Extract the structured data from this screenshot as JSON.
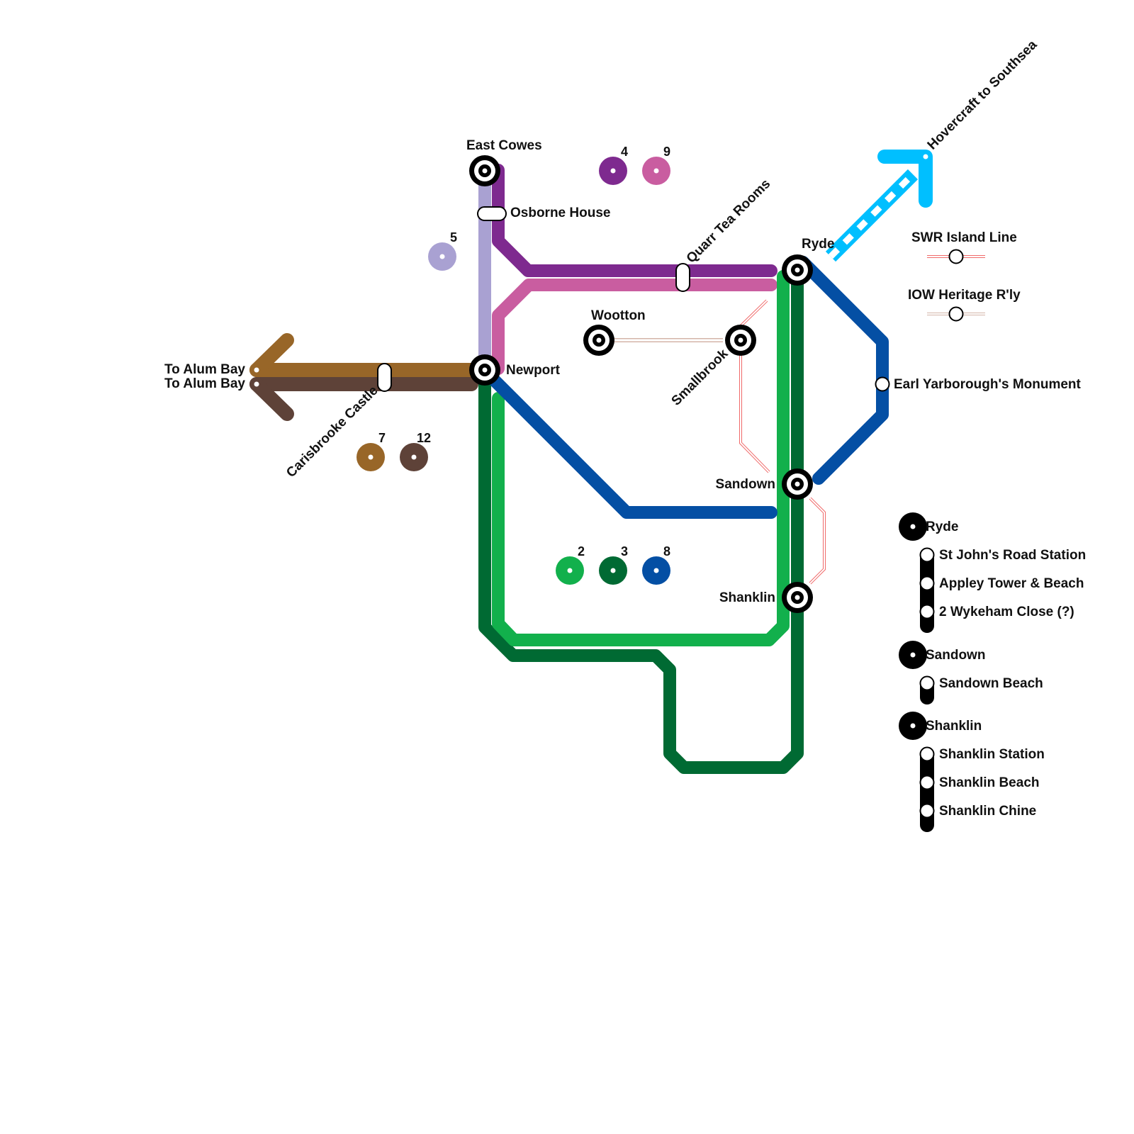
{
  "colors": {
    "route_2": "#12b04c",
    "route_3": "#006a33",
    "route_4": "#7e2a8f",
    "route_5": "#a9a1d2",
    "route_7": "#986628",
    "route_8": "#044fa4",
    "route_9": "#c95da0",
    "route_12": "#5e4238",
    "hovercraft": "#00bfff",
    "swr_island_line": "#f06a6a",
    "iow_heritage": "#d4b4a8",
    "interchange": "#000000"
  },
  "stations": {
    "east_cowes": "East Cowes",
    "osborne_house": "Osborne House",
    "newport": "Newport",
    "carisbrooke_castle": "Carisbrooke Castle",
    "alum_bay_1": "To Alum Bay",
    "alum_bay_2": "To Alum Bay",
    "wootton": "Wootton",
    "smallbrook": "Smallbrook",
    "quarr_tea_rooms": "Quarr Tea Rooms",
    "ryde": "Ryde",
    "hovercraft": "Hovercraft to Southsea",
    "earl_yarborough": "Earl Yarborough's Monument",
    "sandown": "Sandown",
    "shanklin": "Shanklin"
  },
  "route_badges": [
    "4",
    "9",
    "5",
    "7",
    "12",
    "2",
    "3",
    "8"
  ],
  "legend": {
    "swr_island_line": "SWR Island Line",
    "iow_heritage": "IOW Heritage R'ly"
  },
  "interchange_groups": {
    "ryde": {
      "title": "Ryde",
      "items": [
        "St John's Road Station",
        "Appley Tower & Beach",
        "2 Wykeham Close (?)"
      ]
    },
    "sandown": {
      "title": "Sandown",
      "items": [
        "Sandown Beach"
      ]
    },
    "shanklin": {
      "title": "Shanklin",
      "items": [
        "Shanklin Station",
        "Shanklin Beach",
        "Shanklin Chine"
      ]
    }
  }
}
